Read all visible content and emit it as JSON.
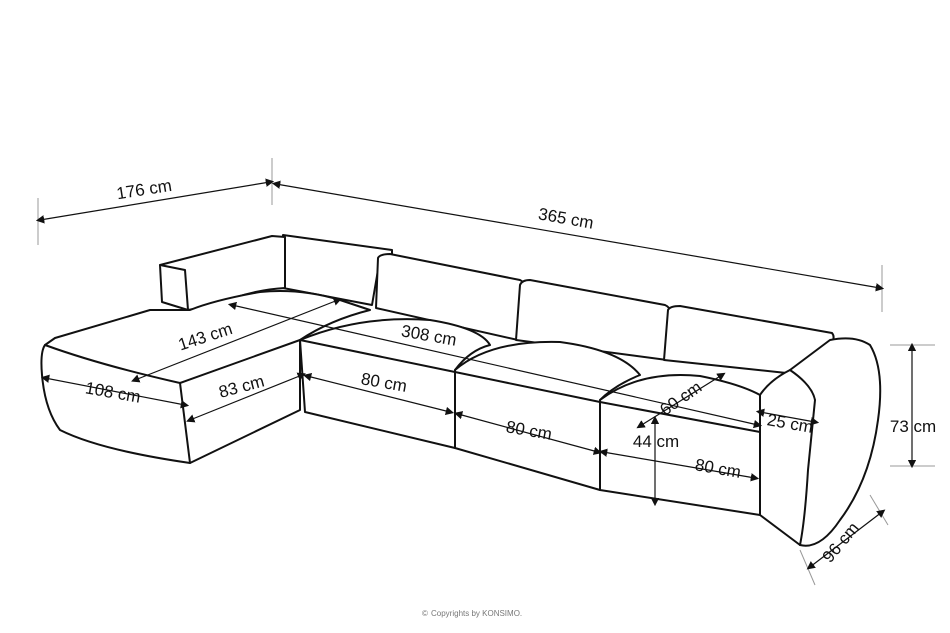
{
  "dimensions": {
    "left_width": "176 cm",
    "total_width": "365 cm",
    "chaise_length": "143 cm",
    "seat_width_total": "308 cm",
    "chaise_depth": "108 cm",
    "corner_module": "83 cm",
    "module_1": "80 cm",
    "module_2": "80 cm",
    "module_3": "80 cm",
    "seat_depth": "60 cm",
    "seat_height": "44 cm",
    "armrest_width": "25 cm",
    "height": "73 cm",
    "depth": "96 cm"
  },
  "copyright": "Copyrights by KONSIMO."
}
